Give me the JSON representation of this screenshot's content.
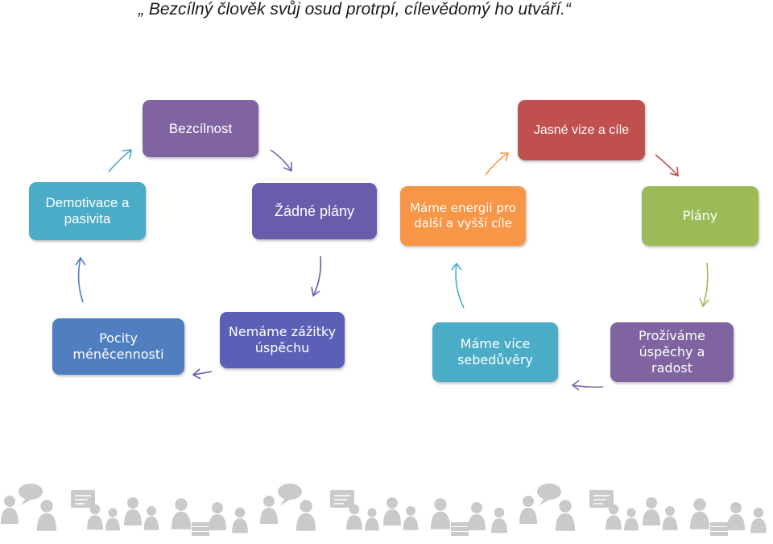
{
  "title": "„ Bezcílný člověk svůj osud protrpí, cílevědomý ho utváří.“",
  "left_cycle": [
    {
      "label": "Bezcílnost",
      "color": "#8064a2"
    },
    {
      "label": "Žádné plány",
      "color": "#6a5bab"
    },
    {
      "label": "Nemáme zážitky úspěchu",
      "color": "#5b5fb5"
    },
    {
      "label": "Pocity méněcennosti",
      "color": "#4f7ec1"
    },
    {
      "label": "Demotivace a pasivita",
      "color": "#4aacc6"
    }
  ],
  "right_cycle": [
    {
      "label": "Jasné vize a cíle",
      "color": "#c0504d"
    },
    {
      "label": "Plány",
      "color": "#9bbb59"
    },
    {
      "label": "Prožíváme úspěchy a radost",
      "color": "#8064a2"
    },
    {
      "label": "Máme více sebedůvěry",
      "color": "#4aacc6"
    },
    {
      "label": "Máme energii pro další a vyšší cíle",
      "color": "#f79646"
    }
  ],
  "arrow_colors": {
    "left": [
      "#4aacc6",
      "#8064a2",
      "#6a5bab",
      "#5b5fb5",
      "#4f7ec1"
    ],
    "right": [
      "#f79646",
      "#c0504d",
      "#9bbb59",
      "#8064a2",
      "#4aacc6"
    ]
  },
  "footer_icons": [
    "people-icon",
    "chat-bubble-icon",
    "presentation-board-icon",
    "books-icon"
  ]
}
